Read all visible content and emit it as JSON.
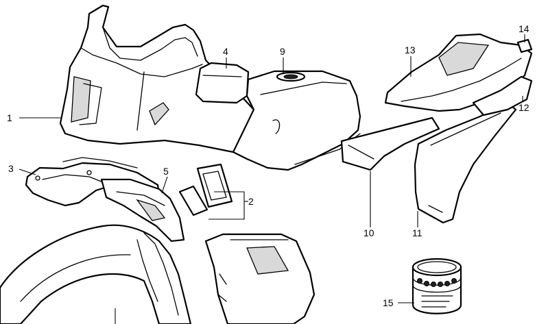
{
  "callouts": [
    {
      "id": "c1",
      "label": "1"
    },
    {
      "id": "c2",
      "label": "2"
    },
    {
      "id": "c3",
      "label": "3"
    },
    {
      "id": "c4",
      "label": "4"
    },
    {
      "id": "c5",
      "label": "5"
    },
    {
      "id": "c9",
      "label": "9"
    },
    {
      "id": "c10",
      "label": "10"
    },
    {
      "id": "c11",
      "label": "11"
    },
    {
      "id": "c12",
      "label": "12"
    },
    {
      "id": "c13",
      "label": "13"
    },
    {
      "id": "c14",
      "label": "14"
    },
    {
      "id": "c15",
      "label": "15"
    }
  ]
}
